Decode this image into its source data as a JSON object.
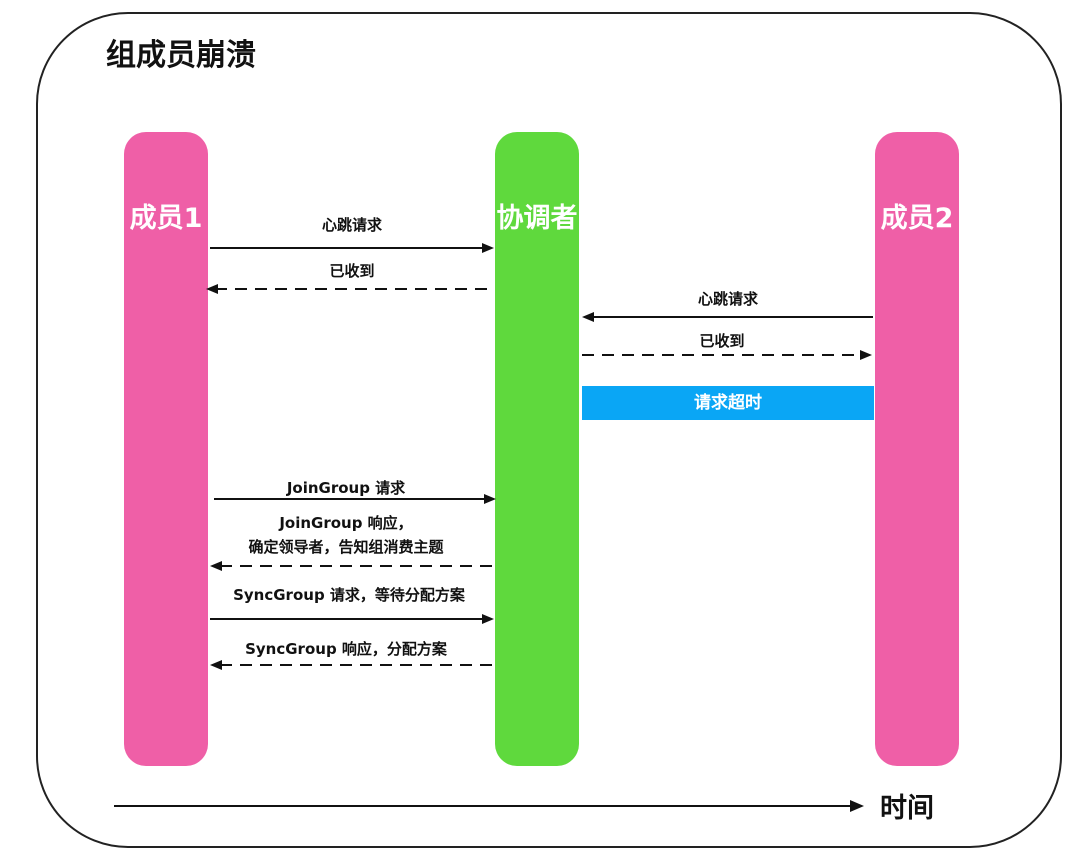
{
  "title": "组成员崩溃",
  "lanes": {
    "member1": {
      "label": "成员1",
      "color": "#ef5fa7"
    },
    "coordinator": {
      "label": "协调者",
      "color": "#5fd93d"
    },
    "member2": {
      "label": "成员2",
      "color": "#ef5fa7"
    }
  },
  "messages": {
    "m1_heartbeat": "心跳请求",
    "m1_ack": "已收到",
    "m2_heartbeat": "心跳请求",
    "m2_ack": "已收到",
    "joingroup_request": "JoinGroup 请求",
    "joingroup_response_line1": "JoinGroup 响应，",
    "joingroup_response_line2": "确定领导者，告知组消费主题",
    "syncgroup_request": "SyncGroup 请求，等待分配方案",
    "syncgroup_response": "SyncGroup 响应，分配方案"
  },
  "timeout": {
    "label": "请求超时",
    "color": "#0aa6f5"
  },
  "time_axis": {
    "label": "时间"
  }
}
